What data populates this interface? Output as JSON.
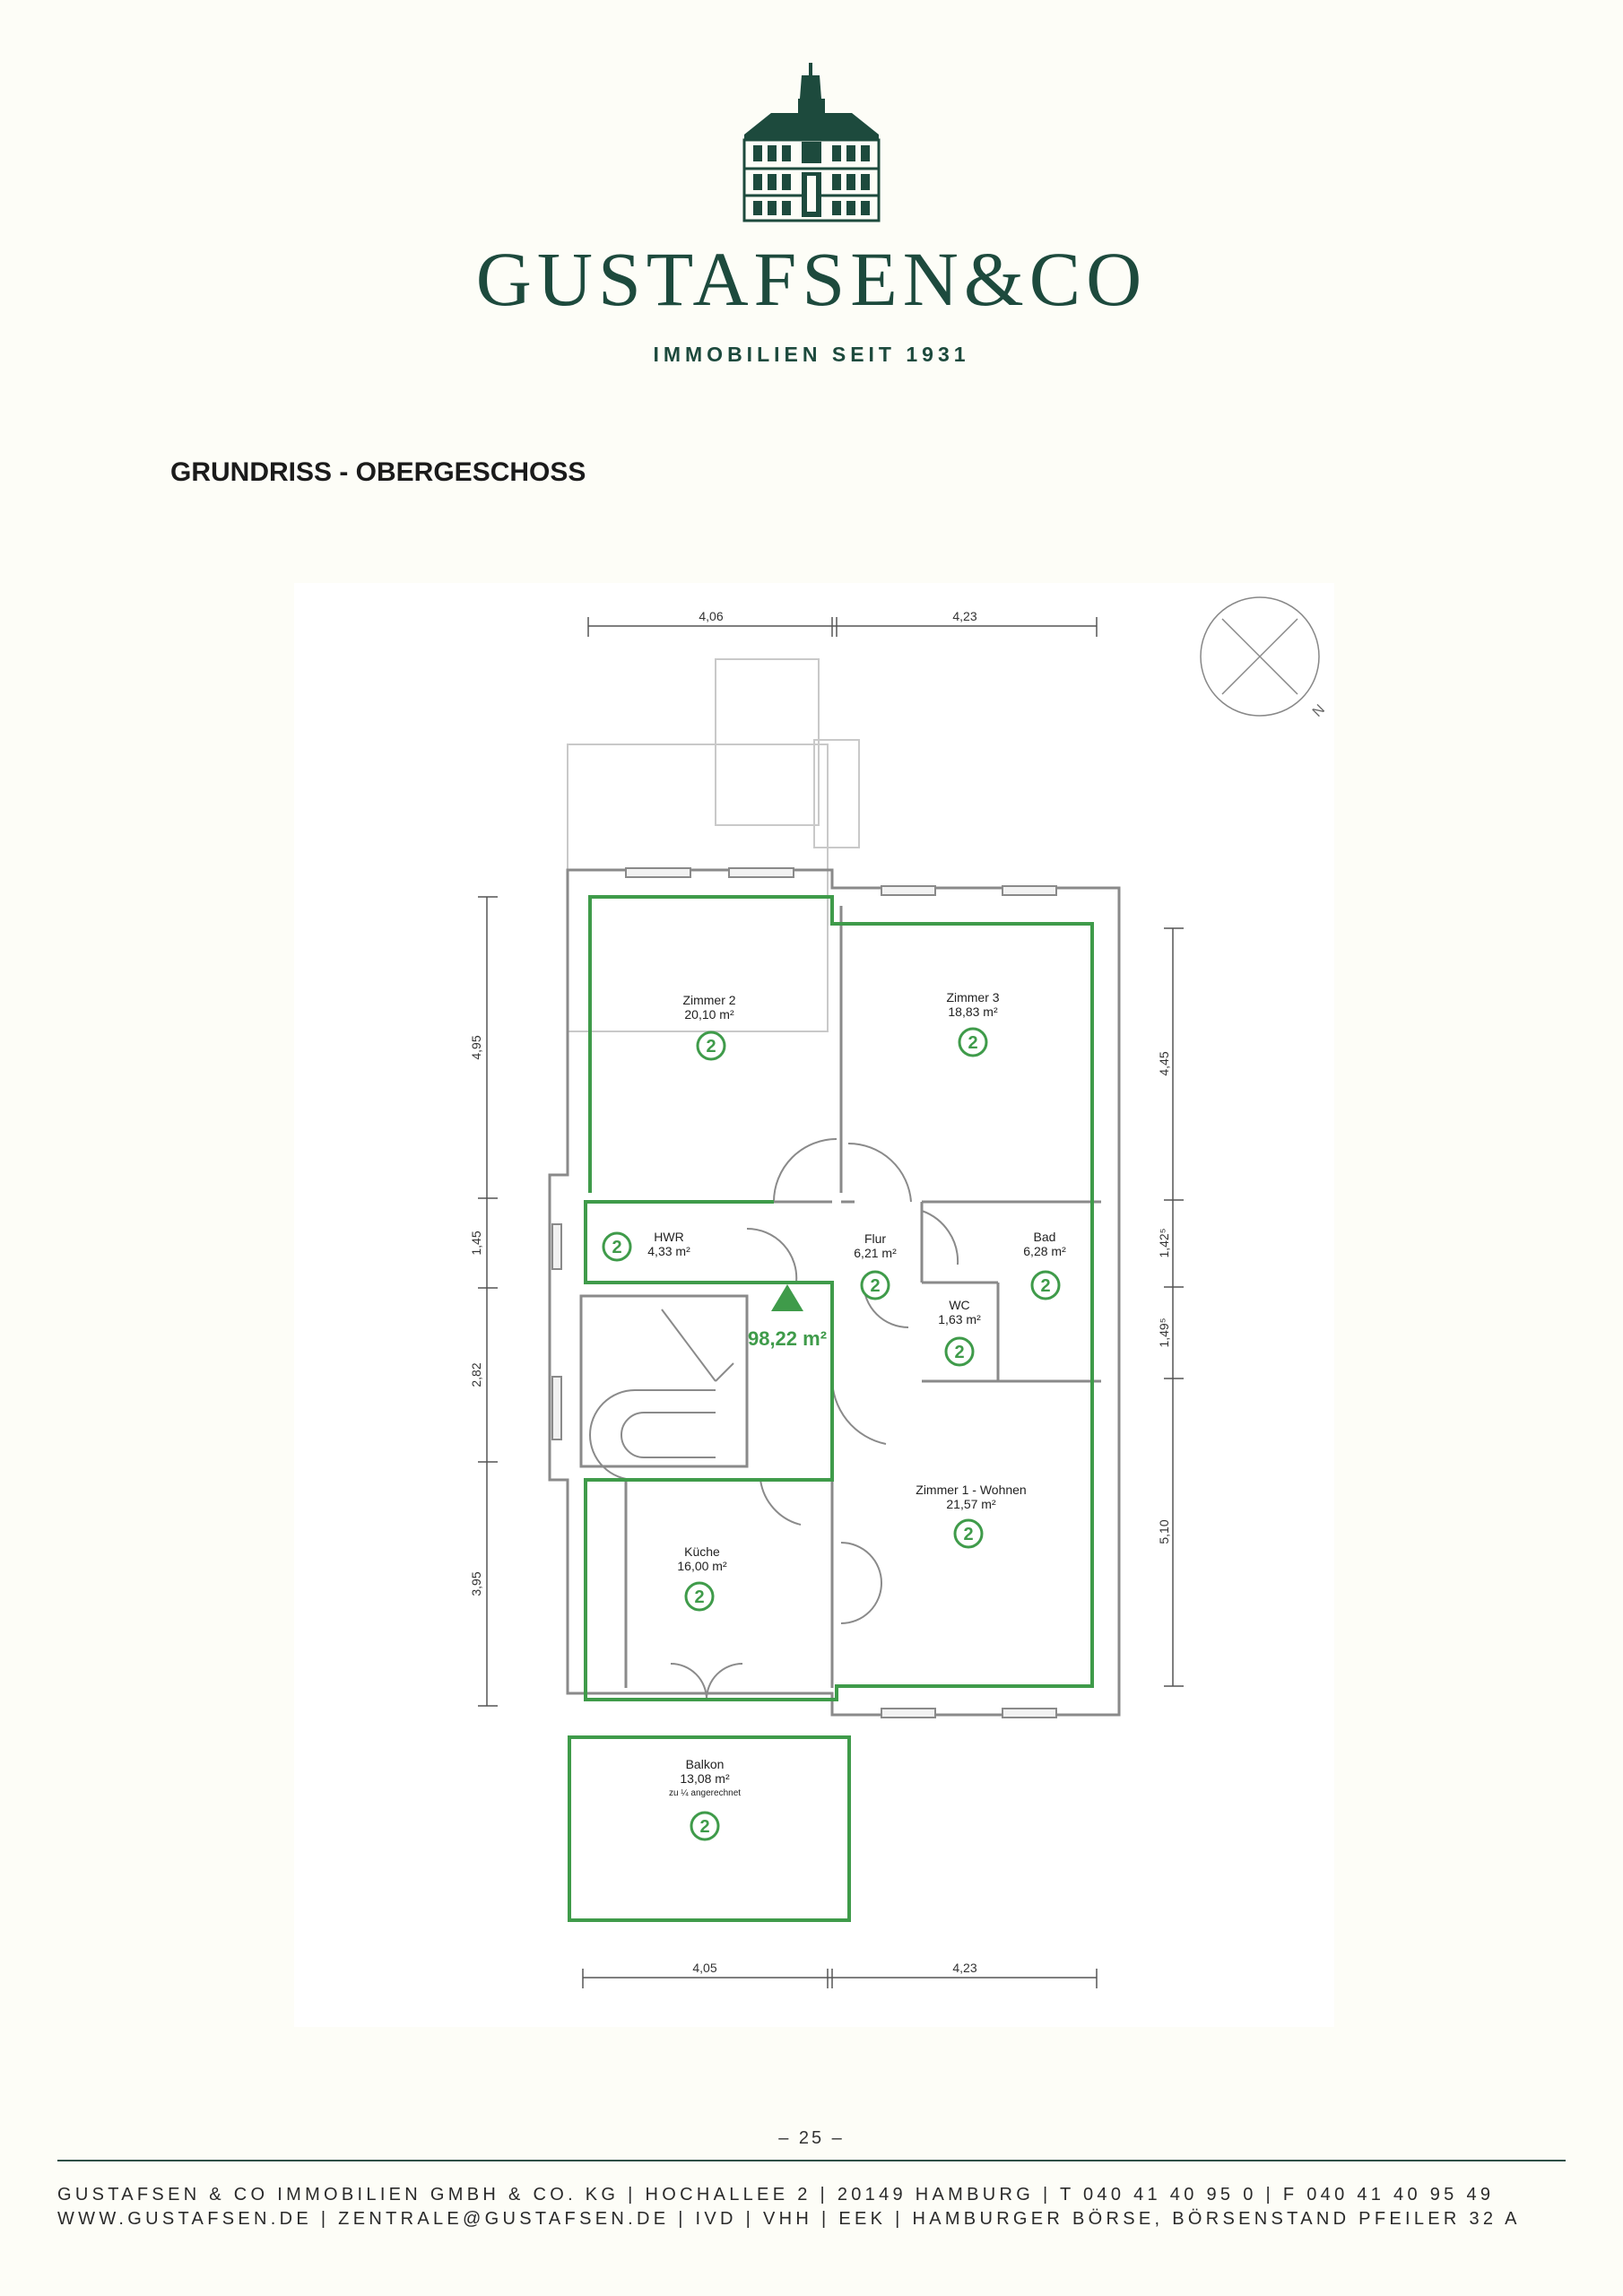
{
  "header": {
    "brand_name": "GUSTAFSEN&CO",
    "tagline": "IMMOBILIEN SEIT 1931"
  },
  "page_heading": "GRUNDRISS - OBERGESCHOSS",
  "floorplan": {
    "dimensions": {
      "top": [
        "4,06",
        "4,23"
      ],
      "bottom": [
        "4,05",
        "4,23"
      ],
      "left": [
        "4,95",
        "1,45",
        "2,82",
        "3,95"
      ],
      "right": [
        "4,45",
        "1,42⁵",
        "1,49⁵",
        "5,10"
      ]
    },
    "compass_label": "N",
    "total_area": "98,22 m²",
    "rooms": [
      {
        "name": "Zimmer 2",
        "area": "20,10 m²",
        "badge": "2"
      },
      {
        "name": "Zimmer 3",
        "area": "18,83 m²",
        "badge": "2"
      },
      {
        "name": "HWR",
        "area": "4,33 m²",
        "badge": "2"
      },
      {
        "name": "Flur",
        "area": "6,21 m²",
        "badge": "2"
      },
      {
        "name": "Bad",
        "area": "6,28 m²",
        "badge": "2"
      },
      {
        "name": "WC",
        "area": "1,63 m²",
        "badge": "2"
      },
      {
        "name": "Zimmer 1 - Wohnen",
        "area": "21,57 m²",
        "badge": "2"
      },
      {
        "name": "Küche",
        "area": "16,00 m²",
        "badge": "2"
      },
      {
        "name": "Balkon",
        "area": "13,08 m²",
        "note": "zu ¼ angerechnet",
        "badge": "2"
      }
    ]
  },
  "page_number": "– 25 –",
  "footer": {
    "line1": "GUSTAFSEN & CO IMMOBILIEN GMBH & CO. KG | HOCHALLEE 2 | 20149 HAMBURG | T 040 41 40 95 0 | F 040 41 40 95 49",
    "line2": "WWW.GUSTAFSEN.DE | ZENTRALE@GUSTAFSEN.DE | IVD | VHH | EEK | HAMBURGER BÖRSE, BÖRSENSTAND PFEILER 32 A"
  },
  "colors": {
    "brand_green": "#1d4a3d",
    "plan_green": "#3f9b4a",
    "wall_gray": "#8a8a8a"
  }
}
